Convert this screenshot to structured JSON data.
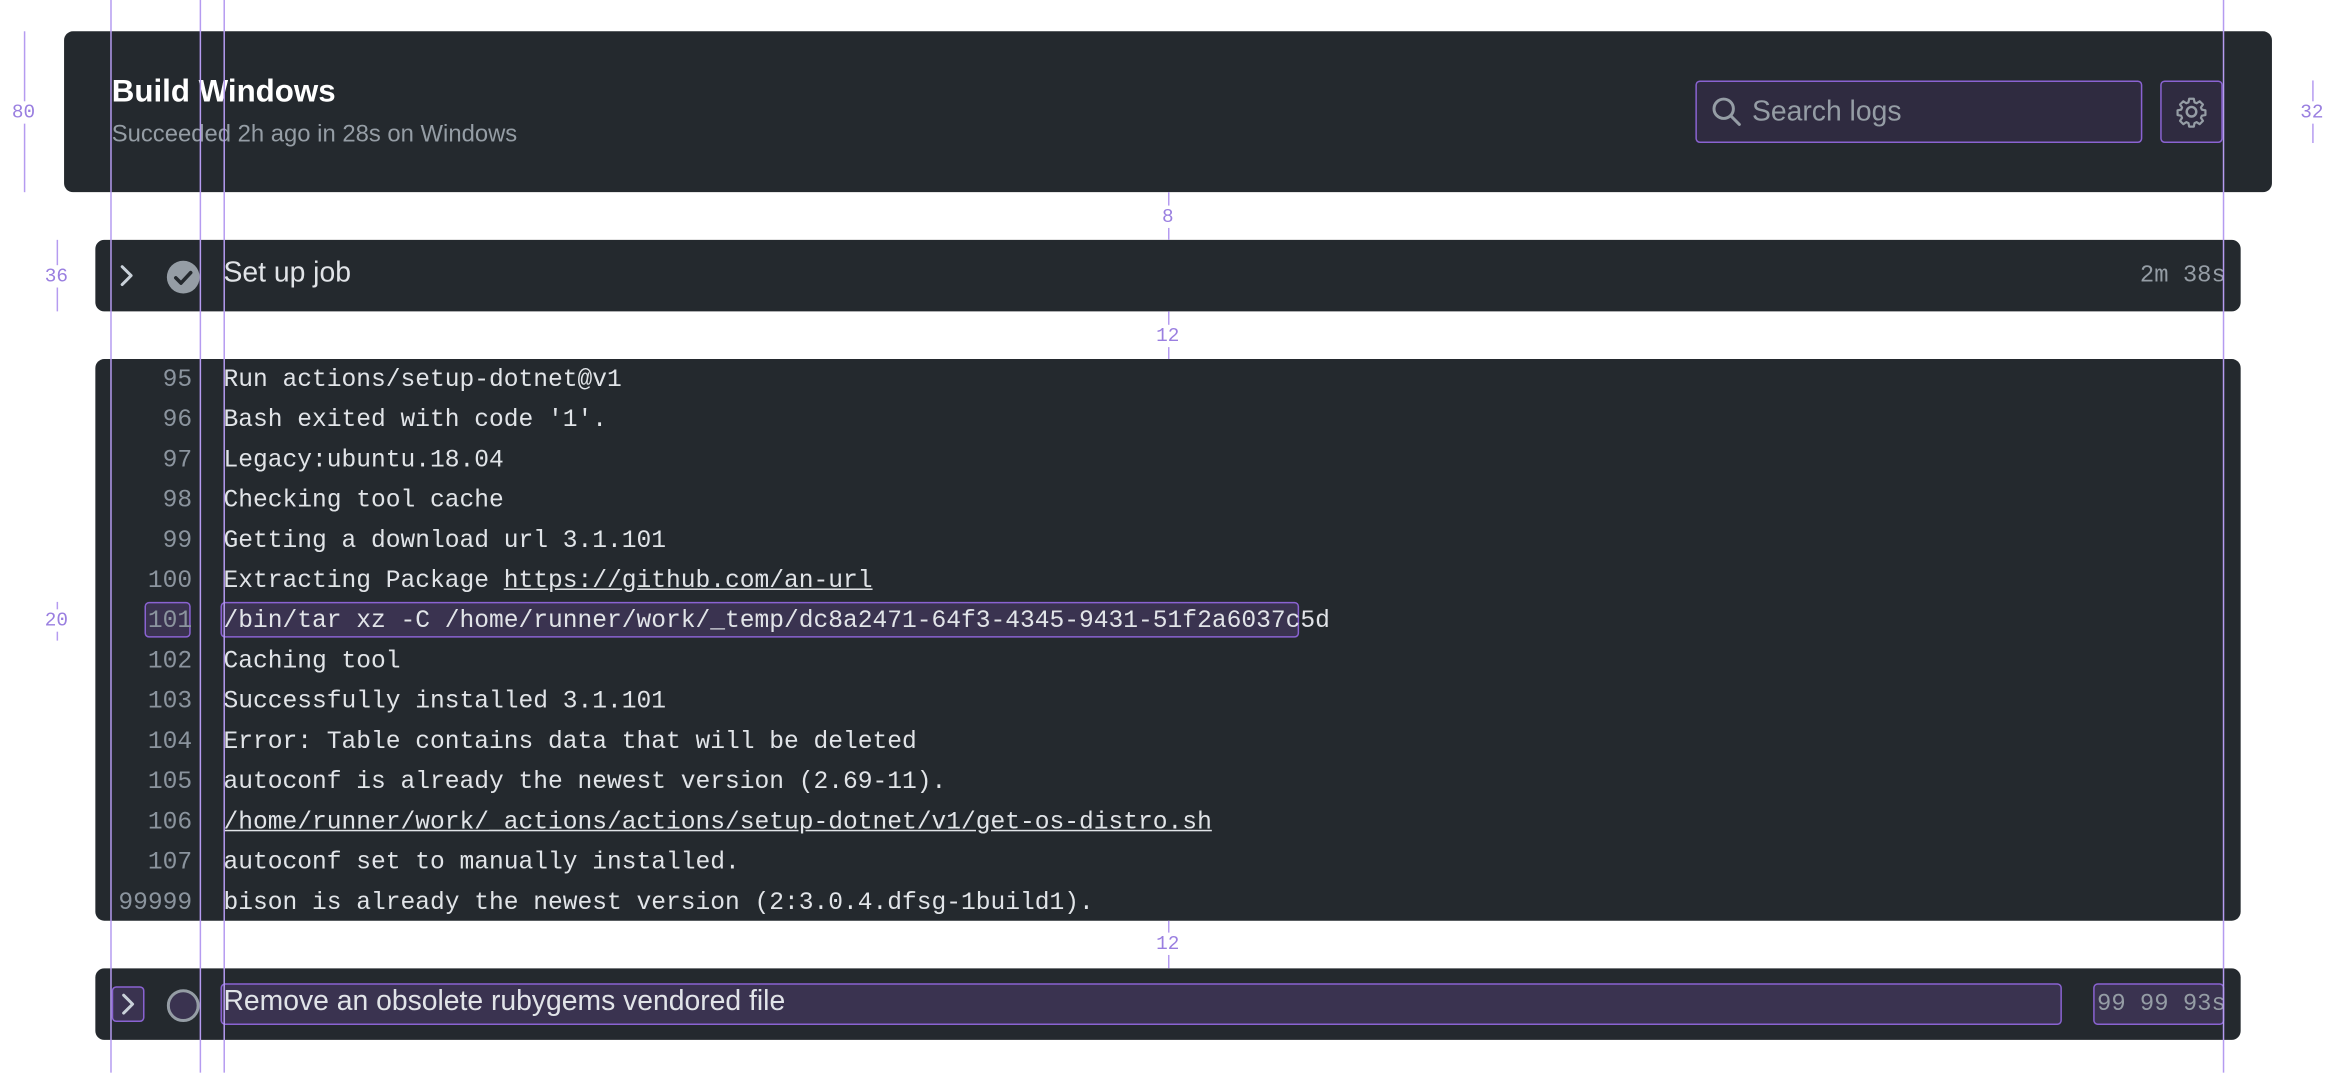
{
  "header": {
    "title": "Build Windows",
    "subtitle": "Succeeded 2h ago in 28s on Windows",
    "search_placeholder": "Search logs"
  },
  "steps": [
    {
      "title": "Set up job",
      "duration": "2m 38s",
      "status": "success"
    },
    {
      "title": "Remove an obsolete rubygems vendored file",
      "duration": "99 99 93s",
      "status": "pending"
    }
  ],
  "log": {
    "lines": [
      {
        "num": "95",
        "text": "Run actions/setup-dotnet@v1"
      },
      {
        "num": "96",
        "text": "Bash exited with code '1'."
      },
      {
        "num": "97",
        "text": "Legacy:ubuntu.18.04"
      },
      {
        "num": "98",
        "text": "Checking tool cache"
      },
      {
        "num": "99",
        "text": "Getting a download url 3.1.101"
      },
      {
        "num": "100",
        "text_prefix": "Extracting Package ",
        "link": "https://github.com/an-url"
      },
      {
        "num": "101",
        "text": "/bin/tar xz -C /home/runner/work/_temp/dc8a2471-64f3-4345-9431-51f2a6037c5d"
      },
      {
        "num": "102",
        "text": "Caching tool"
      },
      {
        "num": "103",
        "text": "Successfully installed 3.1.101"
      },
      {
        "num": "104",
        "text": "Error: Table contains data that will be deleted"
      },
      {
        "num": "105",
        "text": "autoconf is already the newest version (2.69-11)."
      },
      {
        "num": "106",
        "text": "/home/runner/work/_actions/actions/setup-dotnet/v1/get-os-distro.sh"
      },
      {
        "num": "107",
        "text": "autoconf set to manually installed."
      },
      {
        "num": "99999",
        "text": "bison is already the newest version (2:3.0.4.dfsg-1build1)."
      }
    ]
  },
  "annotations": {
    "m80": "80",
    "m32": "32",
    "m8": "8",
    "m36": "36",
    "m12a": "12",
    "m20": "20",
    "m12b": "12"
  },
  "colors": {
    "panel": "#24292e",
    "accent": "#8a63d2",
    "guide": "#b59bf0"
  }
}
